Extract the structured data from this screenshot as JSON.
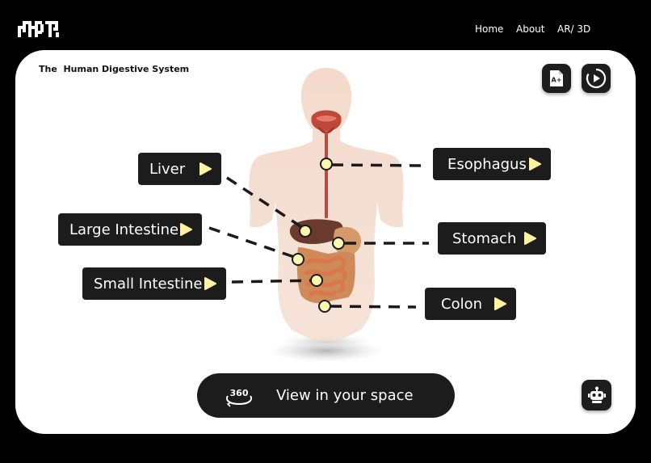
{
  "nav": {
    "items": [
      {
        "label": "Home"
      },
      {
        "label": "About"
      },
      {
        "label": "AR/ 3D"
      }
    ]
  },
  "page": {
    "title": "The  Human Digestive System"
  },
  "organs": [
    {
      "label": "Liver"
    },
    {
      "label": "Large Intestine"
    },
    {
      "label": "Small Intestine"
    },
    {
      "label": "Esophagus"
    },
    {
      "label": "Stomach"
    },
    {
      "label": "Colon"
    }
  ],
  "view_button": {
    "label": "View in your space",
    "icon_text": "360"
  },
  "icons": {
    "logo": "brand-logo",
    "font_size": "font-size-icon",
    "replay": "replay-icon",
    "play": "play-icon",
    "view_360": "360-view-icon",
    "assistant": "robot-icon"
  },
  "colors": {
    "background": "#000000",
    "panel": "#ffffff",
    "chip": "#1c1c1c",
    "marker": "#fff8b0",
    "play": "#fff3a0"
  }
}
